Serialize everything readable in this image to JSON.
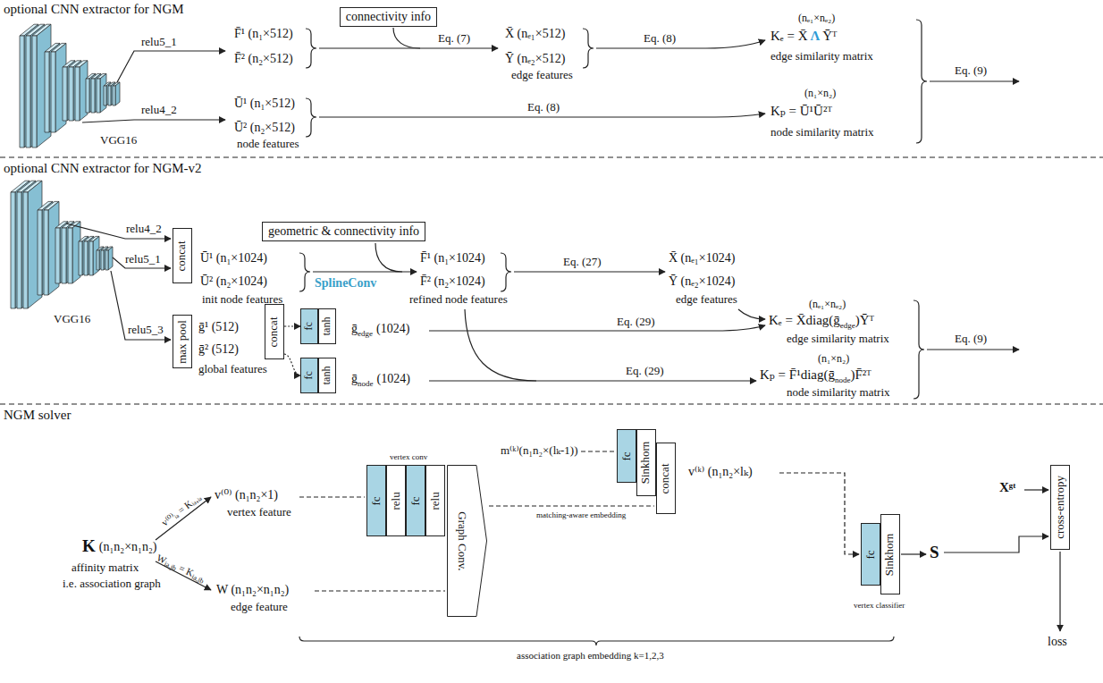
{
  "diagram": {
    "nodes": [
      {
        "text": [
          "connectivity info"
        ]
      },
      {
        "text": [
          "concat"
        ]
      },
      {
        "text": [
          "geometric & connectivity info"
        ]
      },
      {
        "text": [
          "max pool"
        ]
      },
      {
        "text": [
          "concat"
        ]
      },
      {
        "text": [
          "fc"
        ]
      },
      {
        "text": [
          "tanh"
        ]
      },
      {
        "text": [
          "fc"
        ]
      },
      {
        "text": [
          "tanh"
        ]
      },
      {
        "text": [
          "fc"
        ]
      },
      {
        "text": [
          "relu"
        ]
      },
      {
        "text": [
          "fc"
        ]
      },
      {
        "text": [
          "relu"
        ]
      },
      {
        "text": [
          "Graph Conv."
        ]
      },
      {
        "text": [
          "fc"
        ]
      },
      {
        "text": [
          "Sinkhorn"
        ]
      },
      {
        "text": [
          "concat"
        ]
      },
      {
        "text": [
          "fc"
        ]
      },
      {
        "text": [
          "Sinkhorn"
        ]
      },
      {
        "text": [
          "cross-entropy"
        ]
      }
    ],
    "edges": [
      {
        "from": 4,
        "to": 5,
        "arrow": "to"
      },
      {
        "from": 4,
        "to": 7,
        "arrow": "to"
      }
    ],
    "labels": [
      "optional CNN extractor for NGM",
      "relu5_1",
      "F̄¹ (n₁×512)",
      "F̄² (n₂×512)",
      "Eq. (7)",
      "X̄ (nₑ₁×512)",
      "Ȳ (nₑ₂×512)",
      "edge features",
      "Eq. (8)",
      "(nₑ₁×nₑ₂)",
      "Kₑ = X̄",
      "Λ",
      "Ȳᵀ",
      "edge similarity matrix",
      "Eq. (9)",
      "relu4_2",
      "Ū¹ (n₁×512)",
      "Ū² (n₂×512)",
      "node features",
      "VGG16",
      "Eq. (8)",
      "(n₁×n₂)",
      "Kₚ = Ū¹Ū²ᵀ",
      "node similarity matrix",
      "optional CNN extractor for NGM-v2",
      "relu4_2",
      "relu5_1",
      "relu5_3",
      "VGG16",
      "Ū¹ (n₁×1024)",
      "Ū² (n₂×1024)",
      "init node features",
      "SplineConv",
      "F̄¹ (n₁×1024)",
      "F̄² (n₂×1024)",
      "refined node features",
      "Eq. (27)",
      "X̄ (nₑ₁×1024)",
      "Ȳ (nₑ₂×1024)",
      "edge features",
      "ḡ¹ (512)",
      "ḡ² (512)",
      "global features",
      "ḡ",
      "edge",
      "(1024)",
      "ḡ",
      "node",
      "(1024)",
      "(nₑ₁×nₑ₂)",
      "Kₑ = X̄diag(ḡ",
      "edge",
      ")Ȳᵀ",
      "edge similarity matrix",
      "Eq. (29)",
      "(n₁×n₂)",
      "Kₚ = F̄¹diag(ḡ",
      "node",
      ")F̄²ᵀ",
      "node similarity matrix",
      "Eq. (29)",
      "Eq. (9)",
      "NGM solver",
      "K",
      "(n₁n₂×n₁n₂)",
      "affinity matrix",
      "i.e. association graph",
      "v⁽⁰⁾ᵢₐ = Kᵢₐ,ᵢₐ",
      "W",
      "ia,jb",
      "= K",
      "ia,jb",
      "v⁽⁰⁾ (n₁n₂×1)",
      "vertex feature",
      "W (n₁n₂×n₁n₂)",
      "edge feature",
      "vertex conv",
      "m⁽ᵏ⁾(n₁n₂×(lₖ-1))",
      "matching-aware embedding",
      "v⁽ᵏ⁾ (n₁n₂×lₖ)",
      "vertex classifier",
      "S",
      "Xᵍᵗ",
      "loss",
      "association graph embedding k=1,2,3"
    ]
  }
}
